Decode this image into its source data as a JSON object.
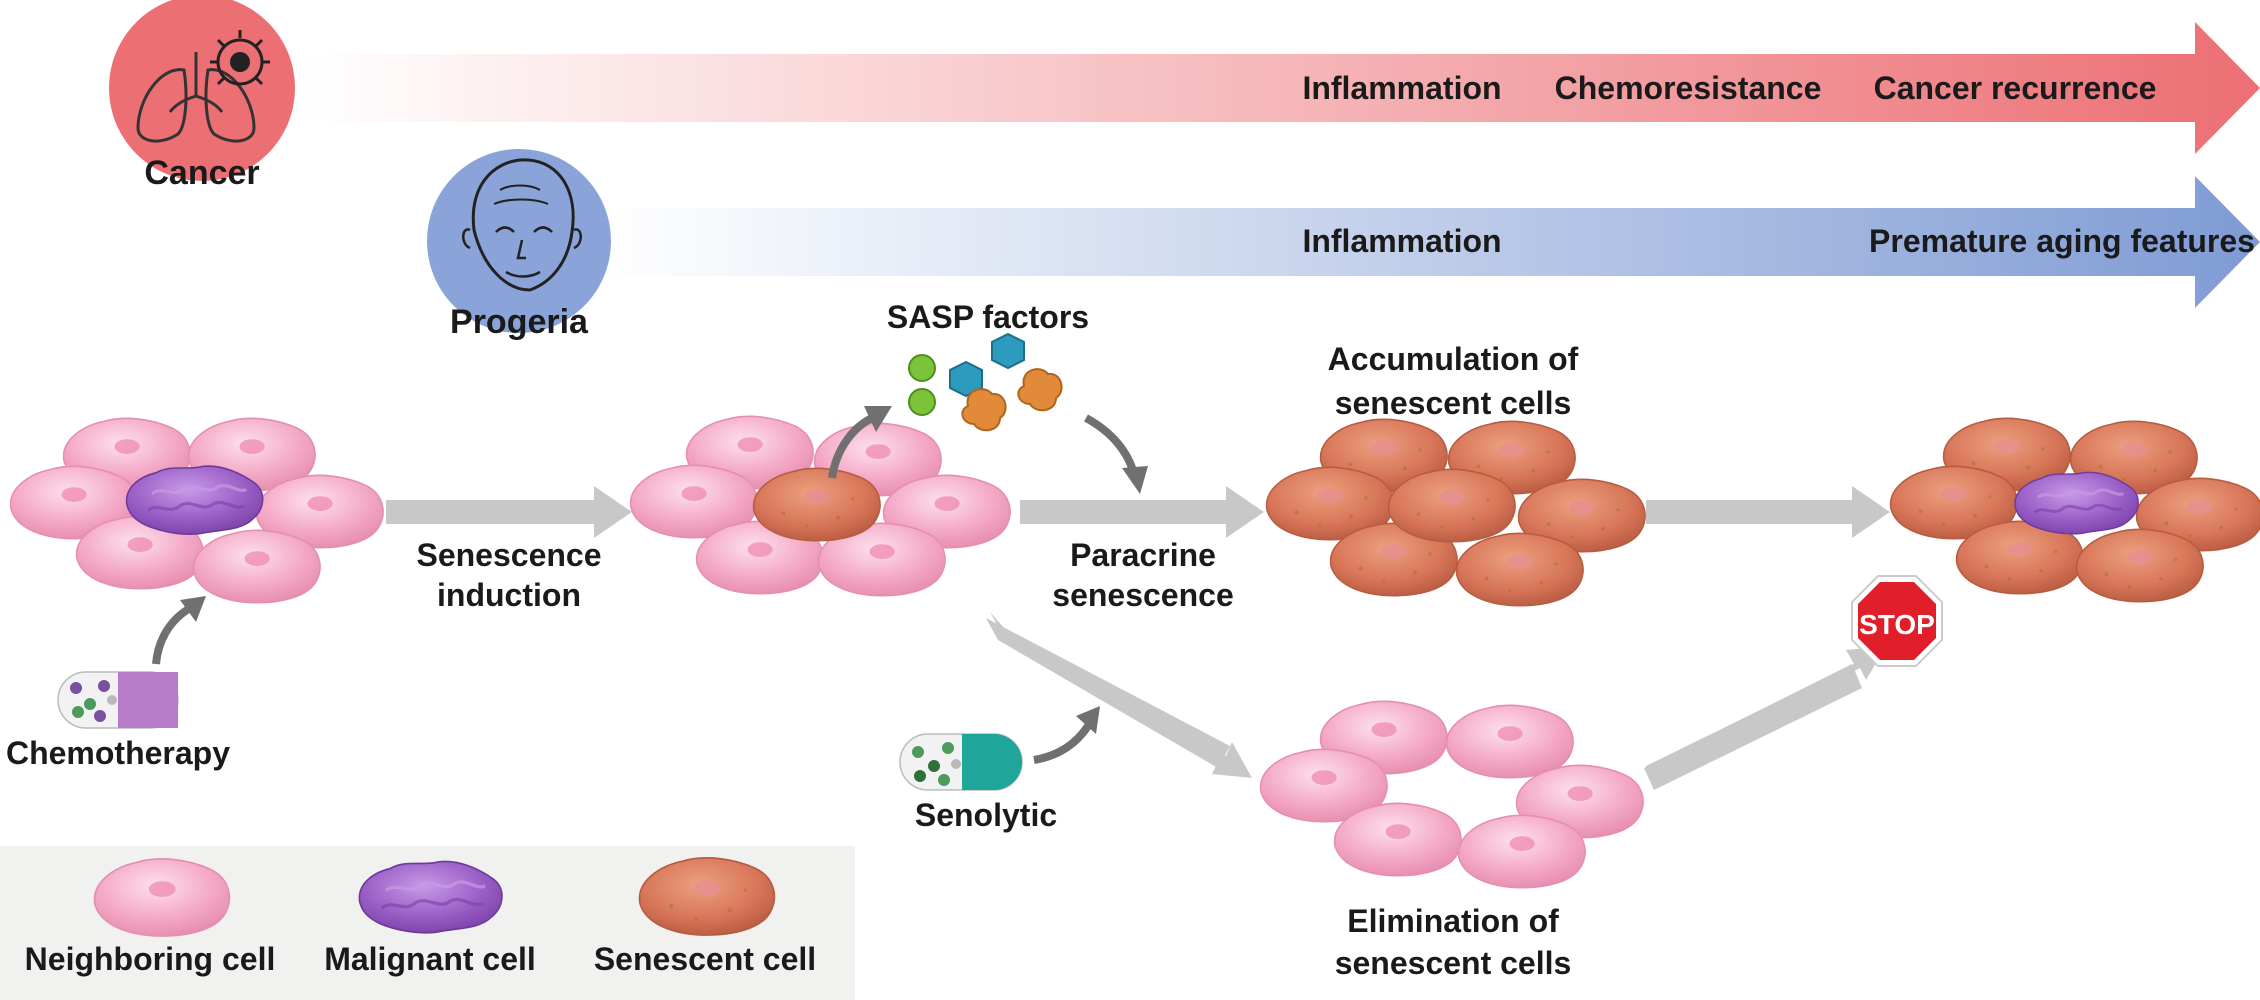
{
  "banners": {
    "cancer": {
      "label": "Cancer",
      "effects": [
        "Inflammation",
        "Chemoresistance",
        "Cancer recurrence"
      ],
      "color": "#ec6f74",
      "icon": "lungs-tumor-icon"
    },
    "progeria": {
      "label": "Progeria",
      "effects": [
        "Inflammation",
        "Premature aging features"
      ],
      "color": "#8aa3d8",
      "icon": "aged-face-icon"
    }
  },
  "stages": {
    "senescence_induction": [
      "Senescence",
      "induction"
    ],
    "sasp_factors": "SASP factors",
    "paracrine_senescence": [
      "Paracrine",
      "senescence"
    ],
    "accumulation": [
      "Accumulation of",
      "senescent cells"
    ],
    "elimination": [
      "Elimination of",
      "senescent cells"
    ],
    "stop_sign": "STOP"
  },
  "drugs": {
    "chemotherapy": "Chemotherapy",
    "senolytic": "Senolytic"
  },
  "legend": {
    "neighboring": "Neighboring cell",
    "malignant": "Malignant cell",
    "senescent": "Senescent cell"
  },
  "colors": {
    "neighboring_cell": "#f4a9c6",
    "malignant_cell": "#9a5fc7",
    "senescent_cell": "#d9775a",
    "flow_arrow": "#c8c8c8",
    "stop": "#e01f2a",
    "chemo_pill": "#b77cc9",
    "senolytic_pill": "#1fa59a"
  }
}
